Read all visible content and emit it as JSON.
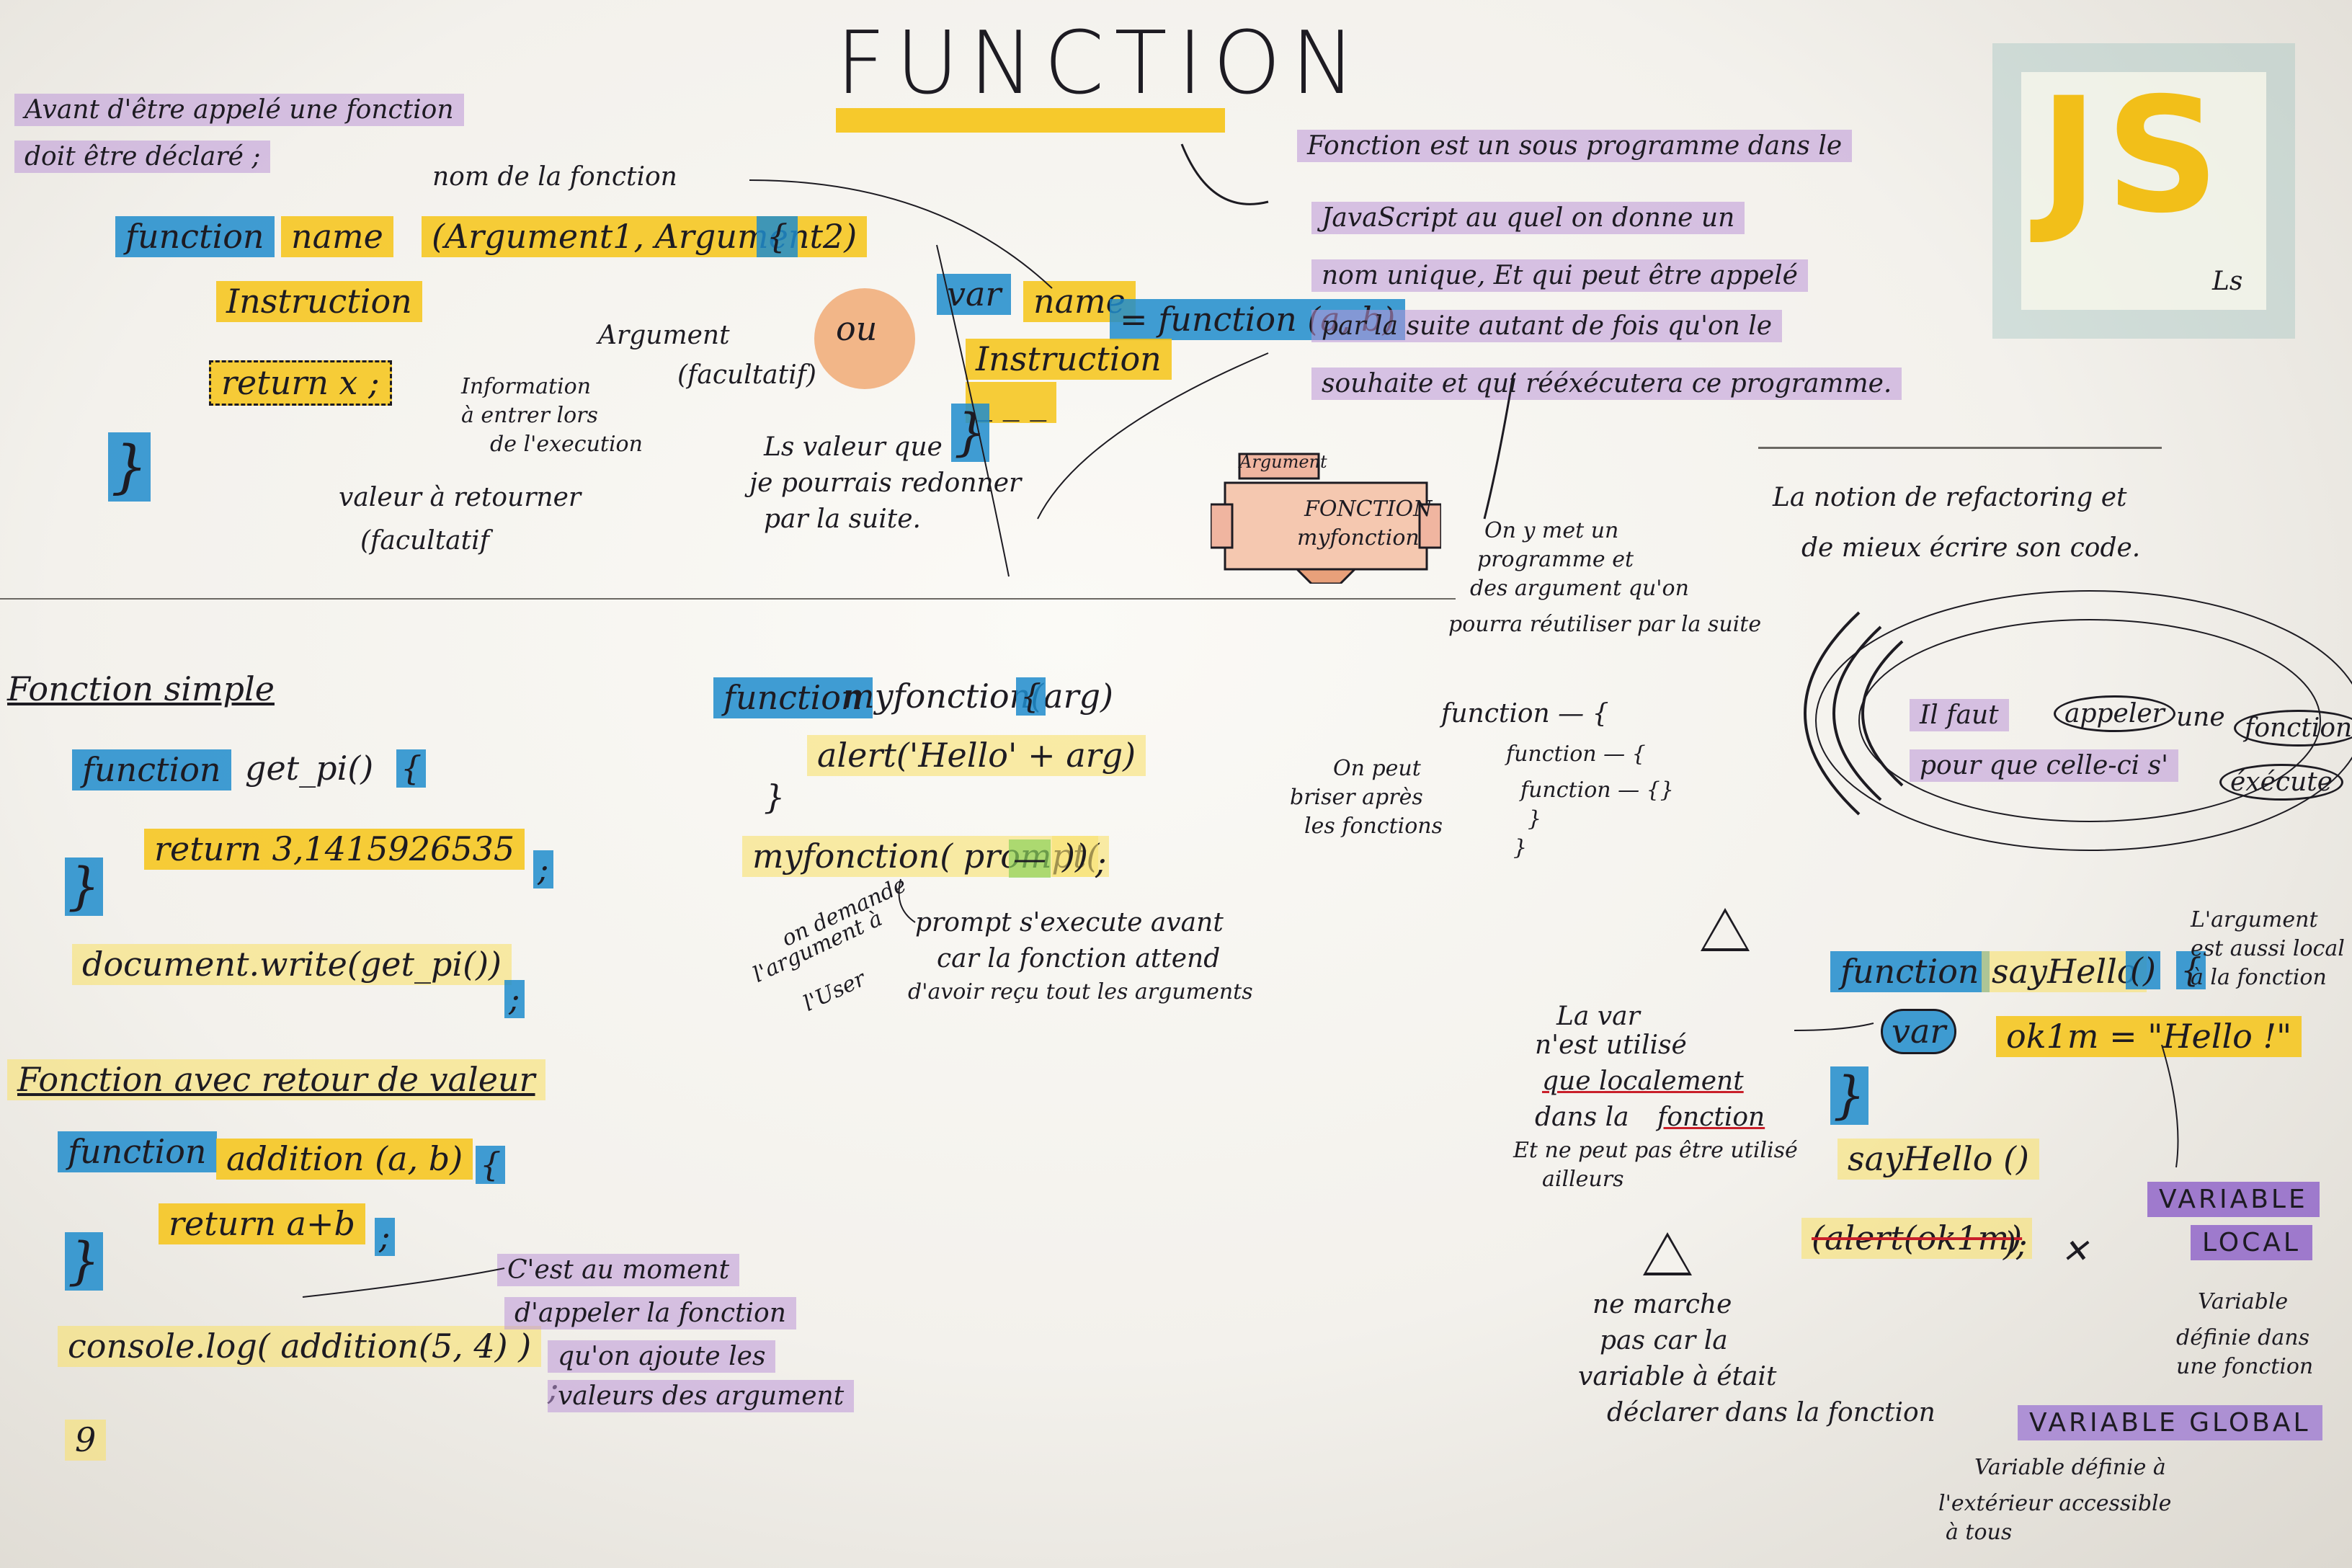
{
  "title": "FUNCTION",
  "logo": {
    "text": "JS",
    "caption": "Ls"
  },
  "intro": {
    "line1": "Avant d'être appelé une fonction",
    "line2": "doit être déclaré ;"
  },
  "declaration": {
    "keyword": "function",
    "name": "name",
    "args": "(Argument1, Argument2)",
    "open_brace": "{",
    "instruction": "Instruction",
    "return_line": "return x ;",
    "close_brace": "}"
  },
  "annotations_top": {
    "nom_fonction": "nom de la fonction",
    "argument_facultatif_1": "Argument",
    "argument_facultatif_2": "(facultatif)",
    "information_1": "Information",
    "information_2": "à entrer lors",
    "information_3": "de l'execution",
    "valeur_retourner_1": "valeur à retourner",
    "valeur_retourner_2": "(facultatif"
  },
  "ou_label": "ou",
  "var_declaration": {
    "var_kw": "var",
    "name": "name",
    "assign": "= function (a, b)",
    "instruction": "Instruction",
    "dashes": "_ _ _",
    "close_brace": "}"
  },
  "valeur_note": {
    "line1": "Ls valeur que",
    "line2": "je pourrais redonner",
    "line3": "par la suite."
  },
  "definition": {
    "line1": "Fonction est un sous programme dans le",
    "line2": "JavaScript au quel on donne un",
    "line3": "nom unique, Et qui peut être appelé",
    "line4": "par la suite autant de fois qu'on le",
    "line5": "souhaite et qui rééxécutera ce programme."
  },
  "machine": {
    "top_label": "Argument",
    "label1": "FONCTION",
    "label2": "myfonction"
  },
  "machine_note": {
    "line1": "On y met un",
    "line2": "programme et",
    "line3": "des argument qu'on",
    "line4": "pourra réutiliser par la suite"
  },
  "refactoring": {
    "line1": "La notion de refactoring et",
    "line2": "de mieux écrire son code."
  },
  "simple": {
    "heading": "Fonction simple",
    "keyword": "function",
    "name": "get_pi()",
    "open_brace": "{",
    "return_line": "return 3,1415926535",
    "semicolon": ";",
    "close_brace": "}",
    "call": "document.write(get_pi())",
    "call_end": ";"
  },
  "myfonction": {
    "keyword": "function",
    "name": "myfonction(arg)",
    "open_brace": "{",
    "alert": "alert('Hello' + arg)",
    "close_brace": "}",
    "call_pre": "myfonction( prompt(",
    "call_dash": "—",
    "call_post": "))",
    "call_end": ";"
  },
  "myfonction_notes": {
    "demande_1": "on demande",
    "demande_2": "l'argument à",
    "demande_3": "l'User",
    "prompt_1": "prompt s'execute avant",
    "prompt_2": "car la fonction attend",
    "prompt_3": "d'avoir reçu tout les arguments"
  },
  "nesting": {
    "line1": "function — {",
    "line2": "function — {",
    "line3": "function — {}",
    "line4": "}",
    "line5": "}",
    "note_1": "On peut",
    "note_2": "briser après",
    "note_3": "les fonctions"
  },
  "appel": {
    "pre": "Il faut",
    "circled1": "appeler",
    "mid": "une",
    "circled2": "fonction",
    "line2_pre": "pour que celle-ci s'",
    "circled3": "éxécute"
  },
  "retour": {
    "heading": "Fonction avec retour de valeur",
    "keyword": "function",
    "name": "addition (a, b)",
    "open_brace": "{",
    "return_line": "return a+b",
    "semicolon": ";",
    "close_brace": "}",
    "call": "console.log( addition(5, 4) )",
    "call_end": ";",
    "result": "9"
  },
  "retour_note": {
    "line1": "C'est au moment",
    "line2": "d'appeler la fonction",
    "line3": "qu'on ajoute les",
    "line4": "valeurs des argument"
  },
  "sayhello": {
    "keyword": "function",
    "name": "sayHello",
    "paren": "()",
    "open_brace": "{",
    "var_kw": "var",
    "var_rest": "ok1m = \"Hello !\"",
    "close_brace": "}",
    "call": "sayHello ()",
    "alert": "(alert(ok1m)",
    "alert_end": ");",
    "cross": "✕"
  },
  "arg_local_note": {
    "line1": "L'argument",
    "line2": "est aussi local",
    "line3": "à la fonction"
  },
  "scope_note": {
    "line1": "La var",
    "line2": "n'est utilisé",
    "line3_ul": "que localement",
    "line4_pre": "dans la",
    "line4_ul": "fonction",
    "line5": "Et ne peut pas être utilisé",
    "line6": "ailleurs"
  },
  "nemarche": {
    "line1": "ne marche",
    "line2": "pas car la",
    "line3": "variable à était",
    "line4": "déclarer dans la fonction"
  },
  "variable_local": {
    "line1": "VARIABLE",
    "line2": "LOCAL",
    "desc1": "Variable",
    "desc2": "définie dans",
    "desc3": "une fonction"
  },
  "variable_global": {
    "title": "VARIABLE GLOBAL",
    "desc1": "Variable définie à",
    "desc2": "l'extérieur accessible",
    "desc3": "à tous"
  },
  "colors": {
    "keyword_blue": "#1e8ccd",
    "instruction_yellow": "#f6c416",
    "note_purple": "#bc96d7",
    "js_yellow": "#f2bf19",
    "ou_orange": "#f0a064",
    "variable_violet": "#8c5fc8"
  },
  "icons": [
    "warning-icon",
    "function-machine-icon",
    "js-logo",
    "sound-waves-icon"
  ]
}
